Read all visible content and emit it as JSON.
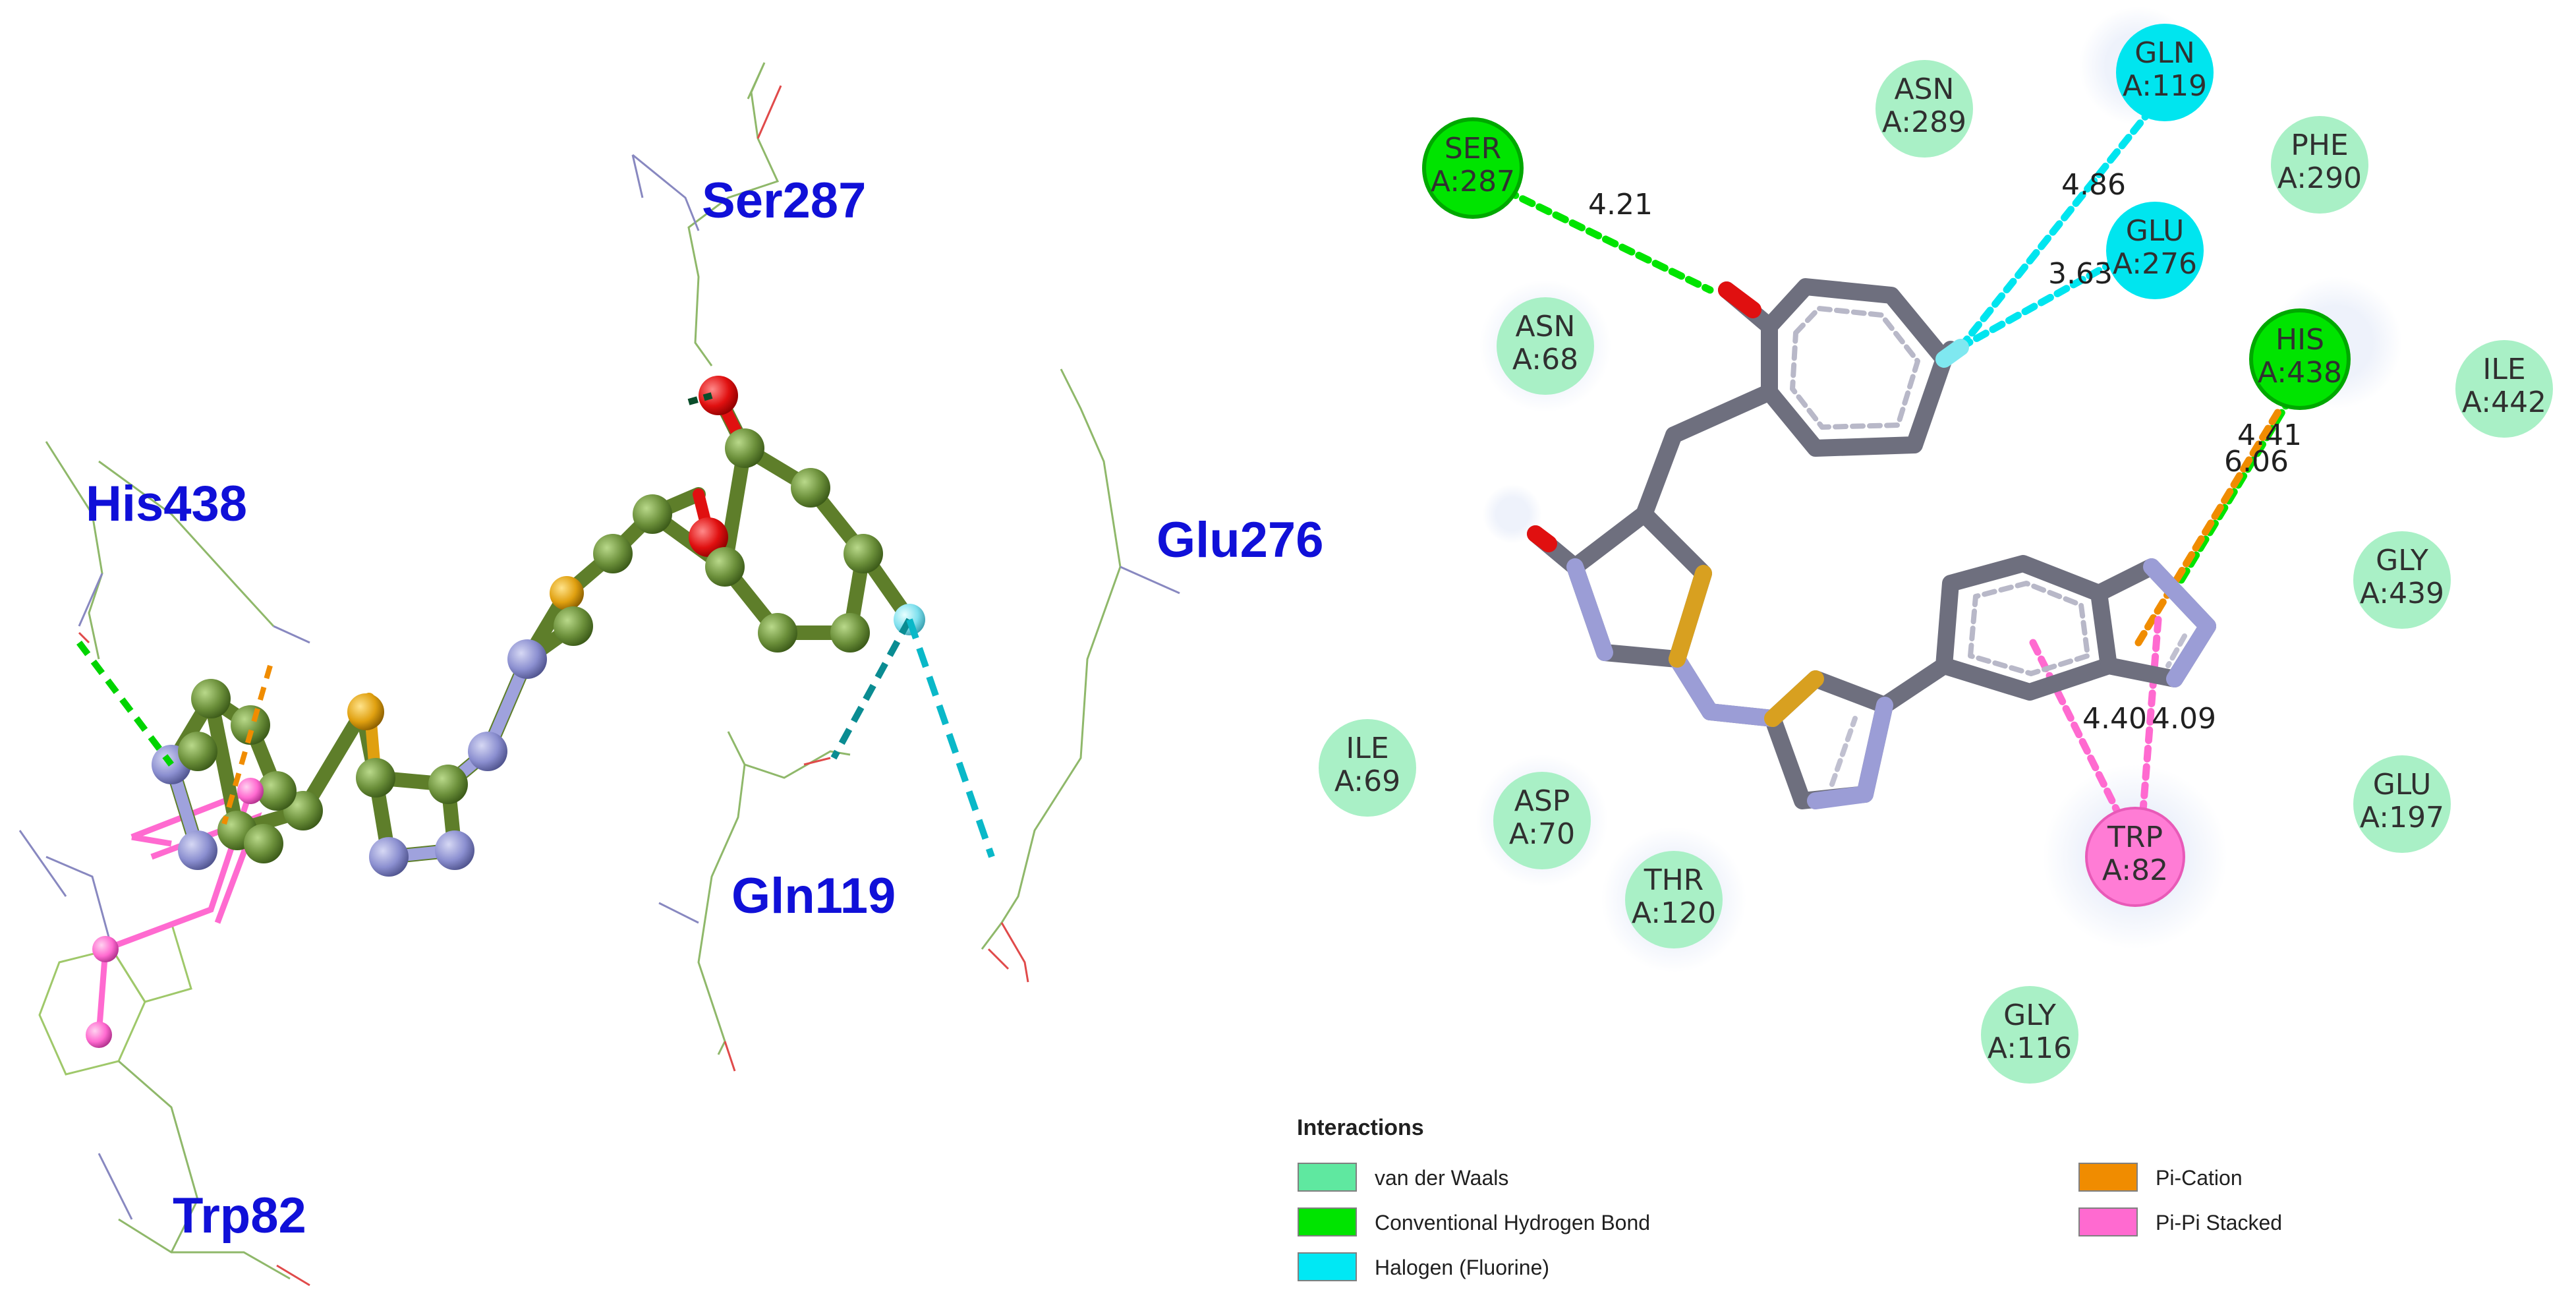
{
  "panel_3d": {
    "residues": [
      {
        "id": "ser287",
        "label": "Ser287"
      },
      {
        "id": "his438",
        "label": "His438"
      },
      {
        "id": "glu276",
        "label": "Glu276"
      },
      {
        "id": "gln119",
        "label": "Gln119"
      },
      {
        "id": "trp82",
        "label": "Trp82"
      }
    ]
  },
  "panel_2d": {
    "residues": [
      {
        "id": "ser287",
        "name": "SER",
        "chain": "A:287",
        "type": "Conventional Hydrogen Bond"
      },
      {
        "id": "asn289",
        "name": "ASN",
        "chain": "A:289",
        "type": "van der Waals"
      },
      {
        "id": "gln119",
        "name": "GLN",
        "chain": "A:119",
        "type": "Halogen (Fluorine)"
      },
      {
        "id": "phe290",
        "name": "PHE",
        "chain": "A:290",
        "type": "van der Waals"
      },
      {
        "id": "glu276",
        "name": "GLU",
        "chain": "A:276",
        "type": "Halogen (Fluorine)"
      },
      {
        "id": "asn68",
        "name": "ASN",
        "chain": "A:68",
        "type": "van der Waals"
      },
      {
        "id": "his438",
        "name": "HIS",
        "chain": "A:438",
        "type": "Conventional Hydrogen Bond"
      },
      {
        "id": "ile442",
        "name": "ILE",
        "chain": "A:442",
        "type": "van der Waals"
      },
      {
        "id": "gly439",
        "name": "GLY",
        "chain": "A:439",
        "type": "van der Waals"
      },
      {
        "id": "ile69",
        "name": "ILE",
        "chain": "A:69",
        "type": "van der Waals"
      },
      {
        "id": "asp70",
        "name": "ASP",
        "chain": "A:70",
        "type": "van der Waals"
      },
      {
        "id": "thr120",
        "name": "THR",
        "chain": "A:120",
        "type": "van der Waals"
      },
      {
        "id": "trp82",
        "name": "TRP",
        "chain": "A:82",
        "type": "Pi-Pi Stacked"
      },
      {
        "id": "glu197",
        "name": "GLU",
        "chain": "A:197",
        "type": "van der Waals"
      },
      {
        "id": "gly116",
        "name": "GLY",
        "chain": "A:116",
        "type": "van der Waals"
      }
    ],
    "distances": [
      {
        "id": "ser287",
        "text": "4.21"
      },
      {
        "id": "gln119",
        "text": "4.86"
      },
      {
        "id": "glu276",
        "text": "3.63"
      },
      {
        "id": "his438-hbond",
        "text": "4.41"
      },
      {
        "id": "his438-cation",
        "text": "6.06"
      },
      {
        "id": "trp82-a",
        "text": "4.40"
      },
      {
        "id": "trp82-b",
        "text": "4.09"
      }
    ]
  },
  "legend": {
    "title": "Interactions",
    "items": [
      {
        "label": "van der Waals",
        "color": "#5fe8a0"
      },
      {
        "label": "Conventional Hydrogen Bond",
        "color": "#00e400"
      },
      {
        "label": "Halogen (Fluorine)",
        "color": "#00e8f4"
      },
      {
        "label": "Pi-Cation",
        "color": "#f08c00"
      },
      {
        "label": "Pi-Pi Stacked",
        "color": "#ff6ad0"
      }
    ]
  },
  "colors": {
    "vdw_fill": "#a9f0c6",
    "hbond_fill": "#00e400",
    "halogen_fill": "#00e5ef",
    "pipi_fill": "#ff7cd5",
    "ligand_bond": "#6e6f7e",
    "ligand_nitrogen": "#9b9dd6",
    "ligand_sulfur": "#d8a020",
    "ligand_oxygen": "#e01010",
    "ligand_fluorine": "#7fe8f0",
    "carbon_3d": "#6b8f3a",
    "residue_label_3d": "#1010d8"
  }
}
